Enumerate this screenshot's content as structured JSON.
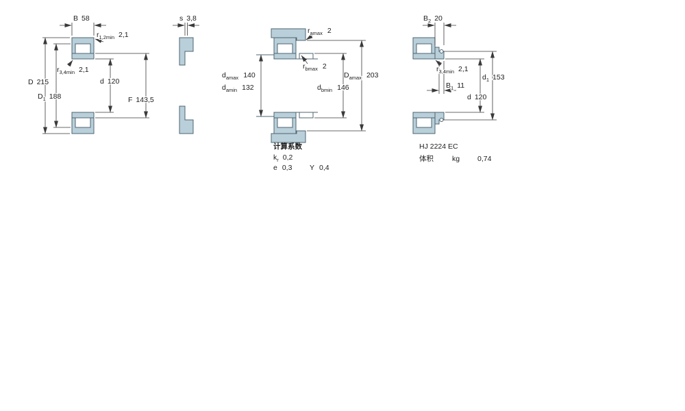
{
  "drawing": {
    "fill_color": "#b9cfda",
    "outline_color": "#4d6570",
    "dimension_color": "#3a3a3a"
  },
  "diagram1": {
    "dim_B": {
      "l": "B",
      "v": "58"
    },
    "dim_r12": {
      "l": "r",
      "sub": "1,2min",
      "v": "2,1"
    },
    "dim_r34": {
      "l": "r",
      "sub": "3,4min",
      "v": "2,1"
    },
    "dim_D": {
      "l": "D",
      "v": "215"
    },
    "dim_D1": {
      "l": "D",
      "sub": "1",
      "v": "188"
    },
    "dim_d": {
      "l": "d",
      "v": "120"
    },
    "dim_F": {
      "l": "F",
      "v": "143,5"
    }
  },
  "diagram2": {
    "dim_s": {
      "l": "s",
      "v": "3,8"
    }
  },
  "diagram3": {
    "dim_ramax": {
      "l": "r",
      "sub": "amax",
      "v": "2"
    },
    "dim_rbmax": {
      "l": "r",
      "sub": "bmax",
      "v": "2"
    },
    "dim_damax": {
      "l": "d",
      "sub": "amax",
      "v": "140"
    },
    "dim_damin": {
      "l": "d",
      "sub": "amin",
      "v": "132"
    },
    "dim_Damax": {
      "l": "D",
      "sub": "amax",
      "v": "203"
    },
    "dim_dbmin": {
      "l": "d",
      "sub": "bmin",
      "v": "146"
    },
    "calc_title": "计算系数",
    "calc_kr": {
      "l": "k",
      "sub": "r",
      "v": "0,2"
    },
    "calc_e": {
      "l": "e",
      "v": "0,3"
    },
    "calc_Y": {
      "l": "Y",
      "v": "0,4"
    }
  },
  "diagram4": {
    "dim_B2": {
      "l": "B",
      "sub": "2",
      "v": "20"
    },
    "dim_r34": {
      "l": "r",
      "sub": "3,4min",
      "v": "2,1"
    },
    "dim_B1": {
      "l": "B",
      "sub": "1",
      "v": "11"
    },
    "dim_d1": {
      "l": "d",
      "sub": "1",
      "v": "153"
    },
    "dim_d": {
      "l": "d",
      "v": "120"
    },
    "designation": "HJ 2224 EC",
    "mass_label": "体积",
    "mass_unit": "kg",
    "mass_value": "0,74"
  }
}
